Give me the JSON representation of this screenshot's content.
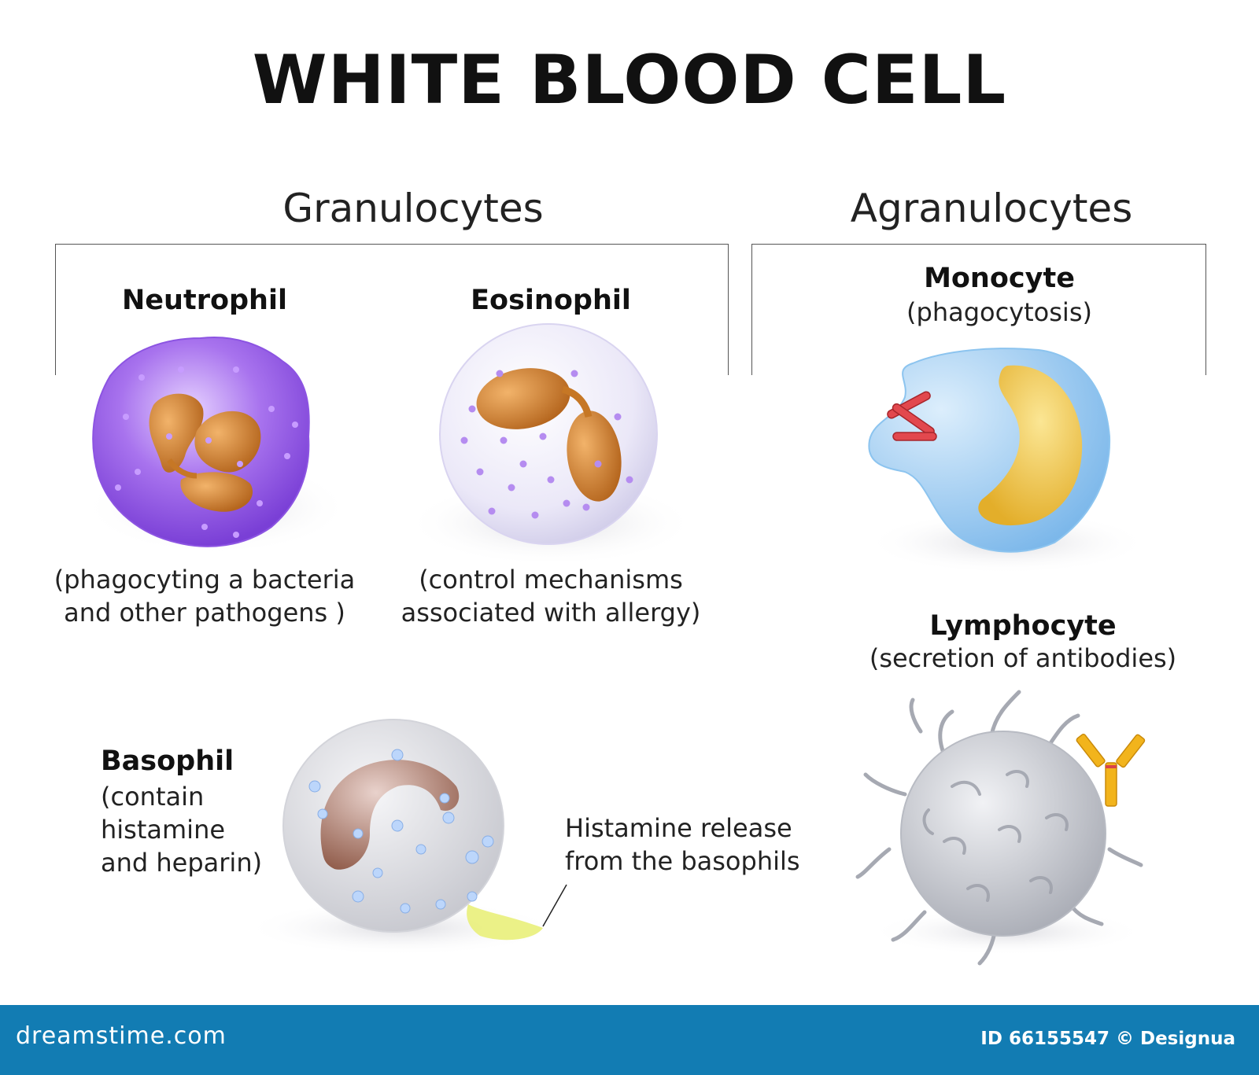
{
  "title": "WHITE BLOOD CELL",
  "groups": {
    "granulocytes": "Granulocytes",
    "agranulocytes": "Agranulocytes"
  },
  "cells": {
    "neutrophil": {
      "name": "Neutrophil",
      "desc_line1": "(phagocyting a bacteria",
      "desc_line2": "and other pathogens )"
    },
    "eosinophil": {
      "name": "Eosinophil",
      "desc_line1": "(control mechanisms",
      "desc_line2": "associated with allergy)"
    },
    "basophil": {
      "name": "Basophil",
      "desc_line1": "(contain",
      "desc_line2": "histamine",
      "desc_line3": "and heparin)"
    },
    "monocyte": {
      "name": "Monocyte",
      "desc": "(phagocytosis)"
    },
    "lymphocyte": {
      "name": "Lymphocyte",
      "desc": "(secretion of antibodies)"
    }
  },
  "callout": {
    "line1": "Histamine release",
    "line2": "from the basophils"
  },
  "footer": {
    "brand": "dreamstime.com",
    "credit": "ID 66155547 © Designua"
  },
  "colors": {
    "footer_bg": "#127cb3",
    "neutrophil": "#9a5fe0",
    "eosinophil": "#e6e2f6",
    "nucleus": "#d9822a",
    "monocyte": "#a9d2f3",
    "monocyte_nucleus": "#f0c94a",
    "basophil": "#dcdde2",
    "lymphocyte": "#c9cbd1",
    "antibody": "#f2b41c",
    "bacteria": "#d9434a"
  }
}
